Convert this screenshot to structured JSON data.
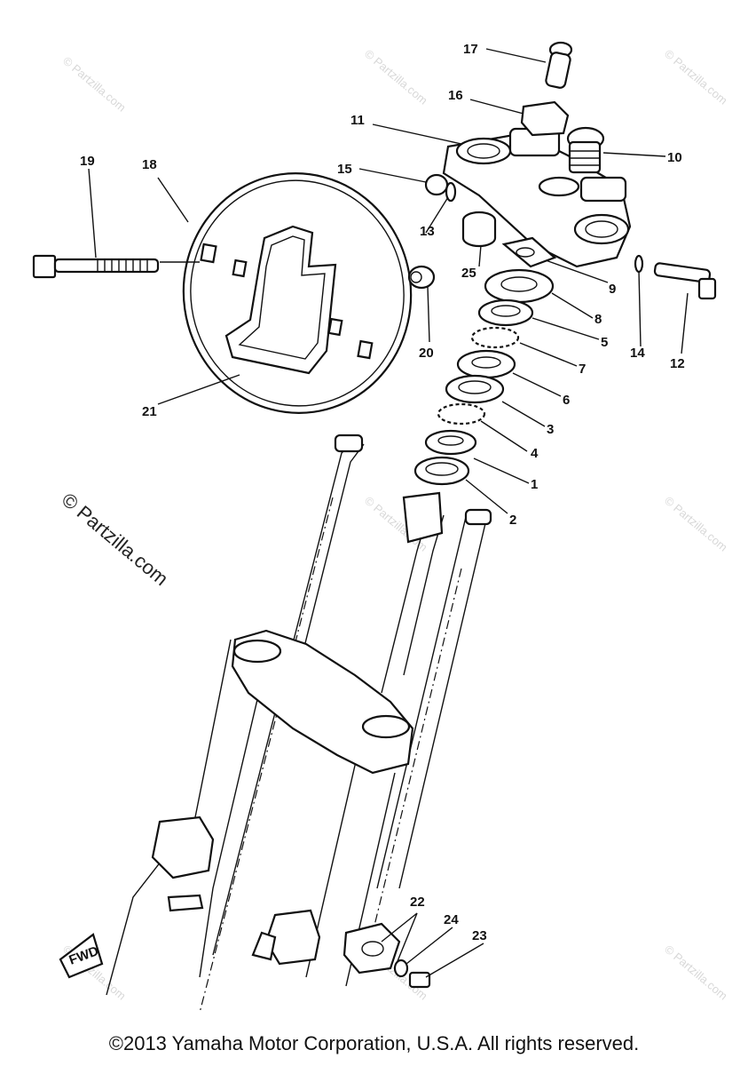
{
  "watermarks": {
    "corner": "© Partzilla.com",
    "main": "© Partzilla.com"
  },
  "callouts": [
    "1",
    "2",
    "3",
    "4",
    "5",
    "6",
    "7",
    "8",
    "9",
    "10",
    "11",
    "12",
    "13",
    "14",
    "15",
    "16",
    "17",
    "18",
    "19",
    "20",
    "21",
    "22",
    "23",
    "24",
    "25"
  ],
  "fwd_label": "FWD",
  "copyright": "©2013 Yamaha Motor Corporation, U.S.A. All rights reserved."
}
